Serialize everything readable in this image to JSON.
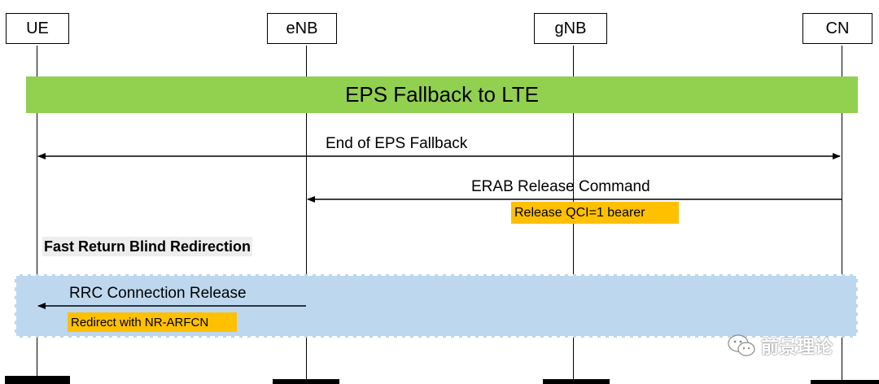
{
  "entities": [
    "UE",
    "eNB",
    "gNB",
    "CN"
  ],
  "banner": "EPS Fallback to LTE",
  "messages": {
    "end_fallback": "End of EPS Fallback",
    "erab_release": "ERAB Release Command",
    "rrc_release": "RRC Connection Release"
  },
  "tags": {
    "erab_note": "Release QCI=1 bearer",
    "rrc_note": "Redirect with NR-ARFCN"
  },
  "section_label": "Fast Return Blind Redirection",
  "watermark": "前景理论",
  "colors": {
    "banner": "#92d050",
    "note": "#ffc000",
    "highlight": "#bdd7ee",
    "section_bg": "#ededed"
  },
  "icons": [
    "wechat-logo-icon"
  ]
}
